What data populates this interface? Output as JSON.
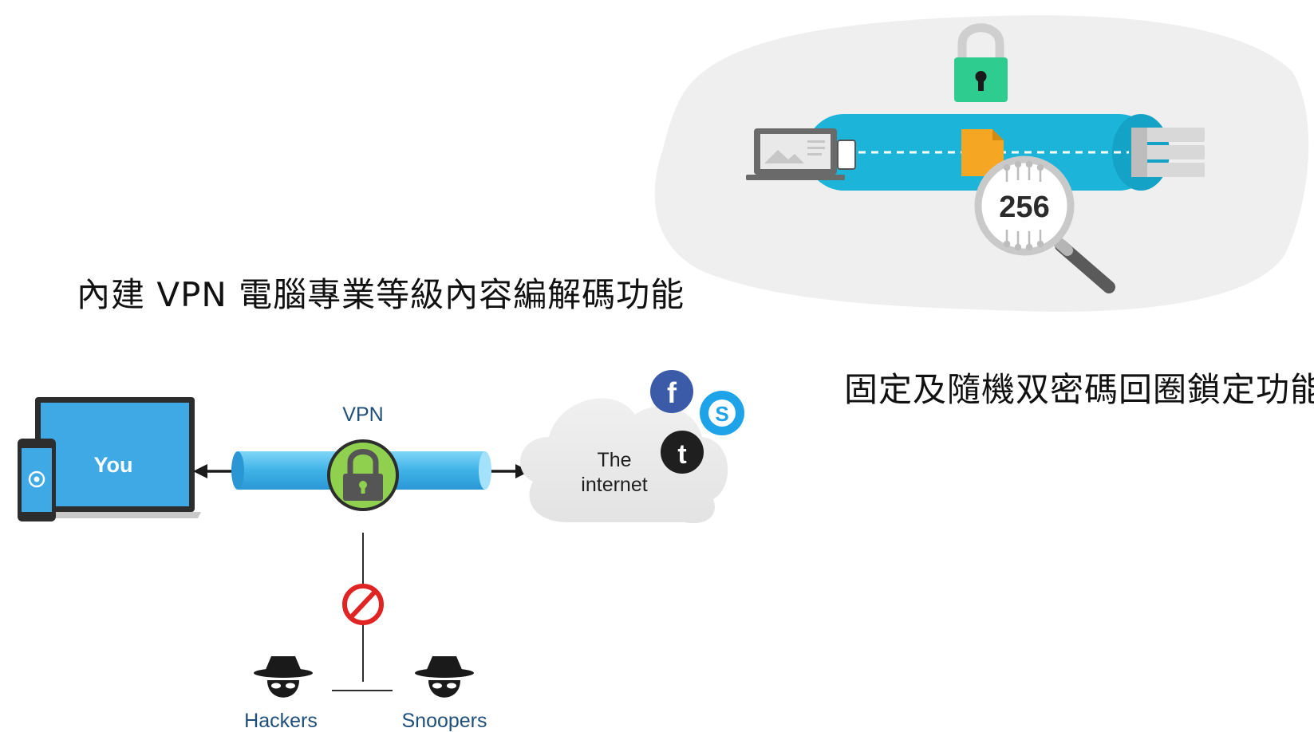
{
  "headlines": {
    "vpn_feature": "內建 VPN 電腦專業等級內容編解碼功能",
    "lock_feature": "固定及隨機双密碼回圈鎖定功能"
  },
  "encryption_diagram": {
    "key_bits": "256"
  },
  "vpn_diagram": {
    "you_label": "You",
    "vpn_label": "VPN",
    "internet_label_line1": "The",
    "internet_label_line2": "internet",
    "hackers_label": "Hackers",
    "snoopers_label": "Snoopers",
    "social_icons": [
      "facebook-icon",
      "skype-icon",
      "twitter-icon"
    ]
  },
  "colors": {
    "tunnel_teal": "#1cb4d8",
    "lock_green": "#2ecc8f",
    "file_orange": "#f5a623",
    "vpn_blue": "#3fa9e6",
    "lock_lime": "#8fd14f",
    "block_red": "#e02424",
    "facebook_blue": "#3b5ba8",
    "skype_blue": "#1fa3e8",
    "label_blue": "#1f4f7a"
  }
}
